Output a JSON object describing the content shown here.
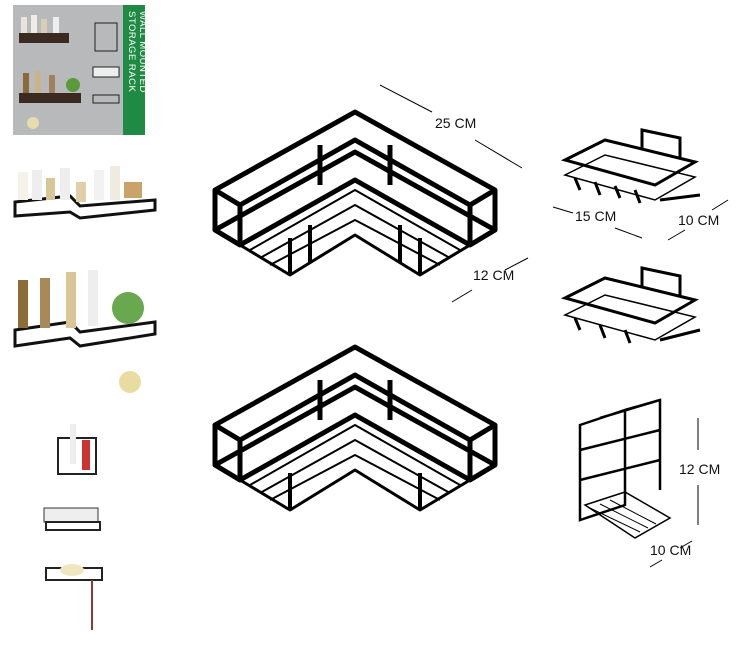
{
  "box": {
    "title": "WALL MOUNTED STORAGE RACK",
    "band_color": "#1f8a43"
  },
  "dimensions": {
    "corner_length": "25 CM",
    "corner_depth": "12 CM",
    "soap_length": "15 CM",
    "soap_width": "10 CM",
    "holder_height": "12 CM",
    "holder_width": "10 CM"
  }
}
